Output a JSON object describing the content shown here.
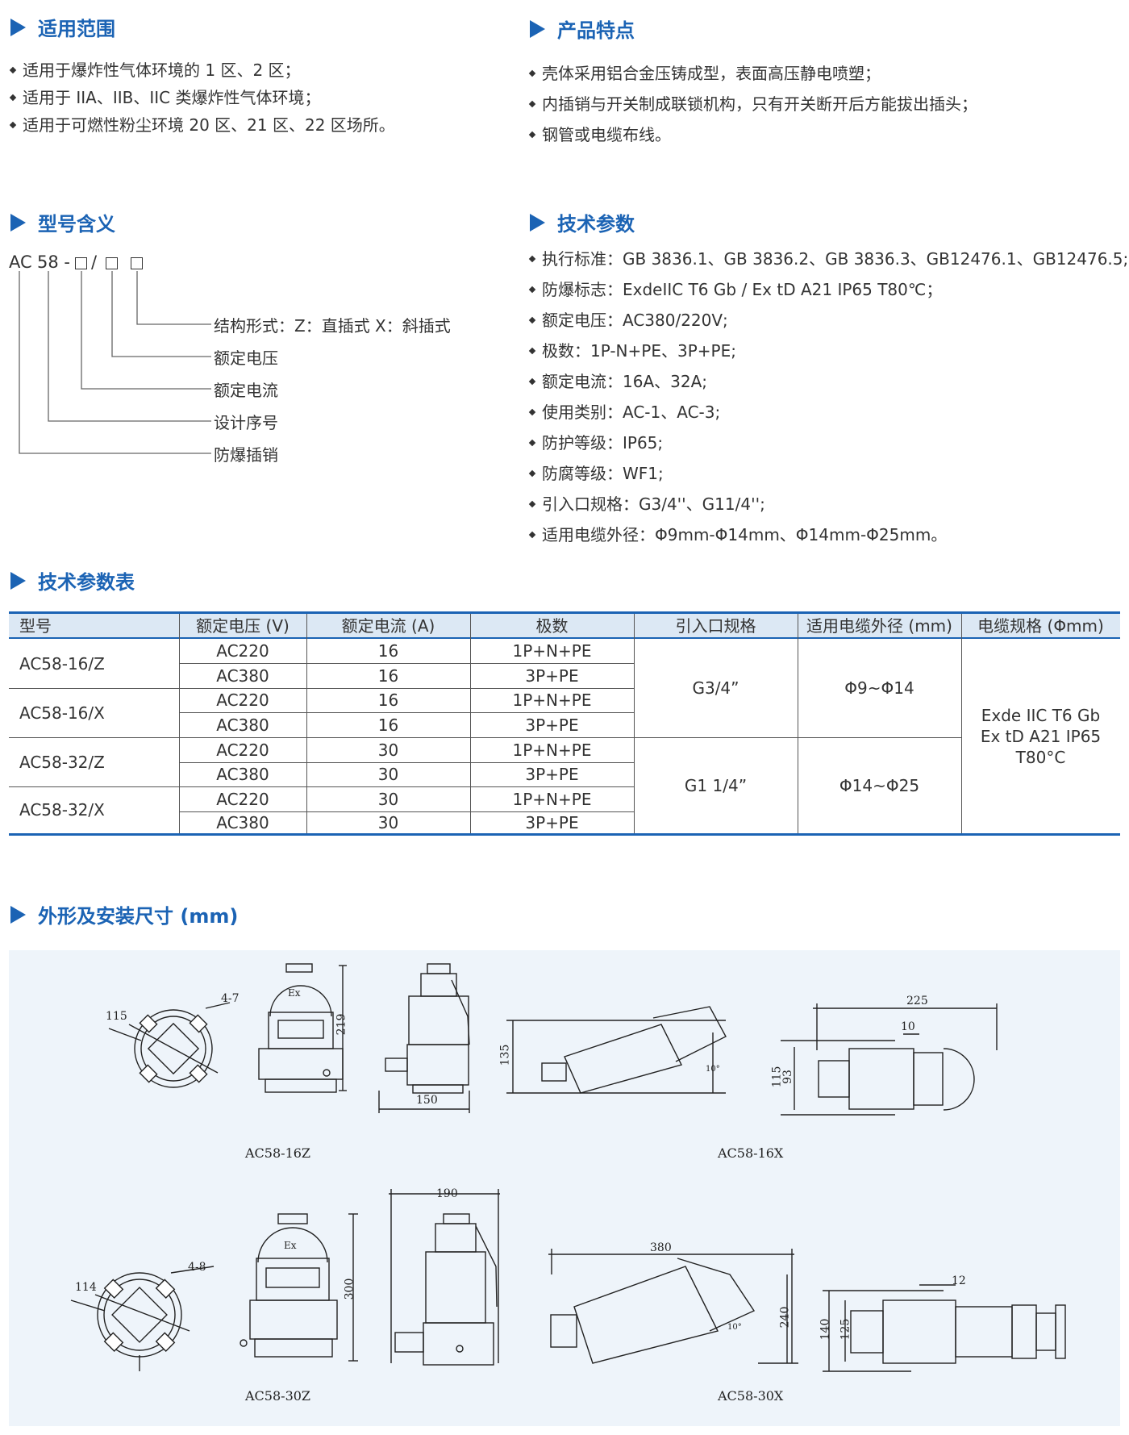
{
  "scope": {
    "title": "适用范围",
    "items": [
      "适用于爆炸性气体环境的 1 区、2 区；",
      "适用于 IIA、IIB、IIC 类爆炸性气体环境；",
      "适用于可燃性粉尘环境 20 区、21 区、22 区场所。"
    ]
  },
  "features": {
    "title": "产品特点",
    "items": [
      "壳体采用铝合金压铸成型，表面高压静电喷塑；",
      "内插销与开关制成联锁机构，只有开关断开后方能拔出插头；",
      "钢管或电缆布线。"
    ]
  },
  "model": {
    "title": "型号含义",
    "code_prefix": "AC",
    "code_num": "58 -",
    "code_slash": "/",
    "meanings": [
      "结构形式：Z：直插式 X：斜插式",
      "额定电压",
      "额定电流",
      "设计序号",
      "防爆插销"
    ]
  },
  "tech": {
    "title": "技术参数",
    "items": [
      "执行标准：GB 3836.1、GB 3836.2、GB 3836.3、GB12476.1、GB12476.5;",
      "防爆标志：ExdeIIC T6 Gb / Ex tD A21 IP65 T80℃；",
      "额定电压：AC380/220V;",
      "极数：1P-N+PE、3P+PE;",
      "额定电流：16A、32A;",
      "使用类别：AC-1、AC-3;",
      "防护等级：IP65;",
      "防腐等级：WF1;",
      "引入口规格：G3/4''、G11/4'';",
      "适用电缆外径：Φ9mm-Φ14mm、Φ14mm-Φ25mm。"
    ]
  },
  "table": {
    "title": "技术参数表",
    "headers": [
      "型号",
      "额定电压 (V)",
      "额定电流 (A)",
      "极数",
      "引入口规格",
      "适用电缆外径 (mm)",
      "电缆规格 (Φmm)"
    ],
    "models": [
      "AC58-16/Z",
      "AC58-16/X",
      "AC58-32/Z",
      "AC58-32/X"
    ],
    "rows": [
      [
        "AC220",
        "16",
        "1P+N+PE"
      ],
      [
        "AC380",
        "16",
        "3P+PE"
      ],
      [
        "AC220",
        "16",
        "1P+N+PE"
      ],
      [
        "AC380",
        "16",
        "3P+PE"
      ],
      [
        "AC220",
        "30",
        "1P+N+PE"
      ],
      [
        "AC380",
        "30",
        "3P+PE"
      ],
      [
        "AC220",
        "30",
        "1P+N+PE"
      ],
      [
        "AC380",
        "30",
        "3P+PE"
      ]
    ],
    "inlet": [
      "G3/4”",
      "G1 1/4”"
    ],
    "cable_od": [
      "Φ9~Φ14",
      "Φ14~Φ25"
    ],
    "marking": [
      "Exde IIC T6 Gb",
      "Ex tD A21 IP65",
      "T80°C"
    ]
  },
  "dims": {
    "title": "外形及安装尺寸 (mm)",
    "captions": [
      "AC58-16Z",
      "AC58-16X",
      "AC58-30Z",
      "AC58-30X"
    ],
    "labels": {
      "a115": "115",
      "a47": "4-7",
      "a219": "219",
      "a150": "150",
      "a135": "135",
      "a10deg": "10°",
      "a225": "225",
      "a10": "10",
      "a115b": "115",
      "a93": "93",
      "b114": "114",
      "b48": "4-8",
      "b300": "300",
      "b190": "190",
      "b380": "380",
      "b240": "240",
      "b10deg": "10°",
      "b12": "12",
      "b140": "140",
      "b125": "125",
      "ex": "Ex"
    }
  }
}
